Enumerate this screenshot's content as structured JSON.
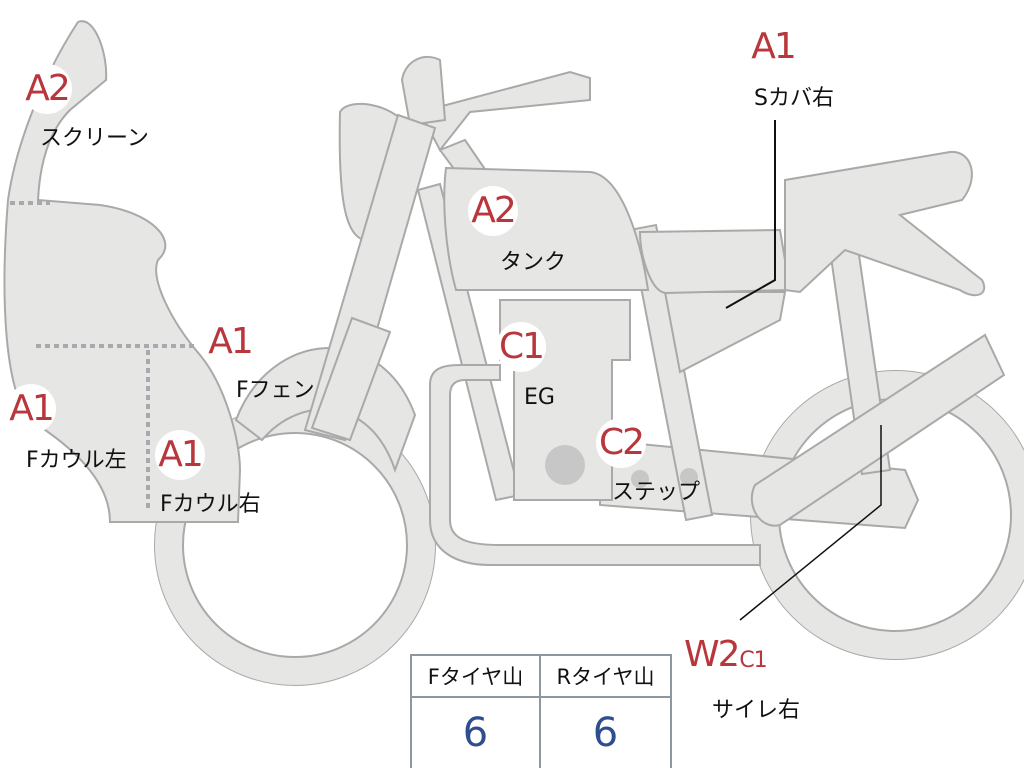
{
  "parts": [
    {
      "key": "screen",
      "grade": "A2",
      "label": "スクリーン"
    },
    {
      "key": "tank",
      "grade": "A2",
      "label": "タンク"
    },
    {
      "key": "scover_r",
      "grade": "A1",
      "label": "Sカバ右"
    },
    {
      "key": "ffender",
      "grade": "A1",
      "label": "Fフェン"
    },
    {
      "key": "fcowl_l",
      "grade": "A1",
      "label": "Fカウル左"
    },
    {
      "key": "fcowl_r",
      "grade": "A1",
      "label": "Fカウル右"
    },
    {
      "key": "engine",
      "grade": "C1",
      "label": "EG"
    },
    {
      "key": "step",
      "grade": "C2",
      "label": "ステップ"
    },
    {
      "key": "muffler_r",
      "grade": "W2",
      "grade2": "C1",
      "label": "サイレ右"
    }
  ],
  "tread": {
    "front_label": "Fタイヤ山",
    "rear_label": "Rタイヤ山",
    "front_value": "6",
    "rear_value": "6"
  },
  "colors": {
    "grade_text": "#b7373c",
    "tread_value": "#2f4e8f",
    "part_fill": "#e6e6e4",
    "part_outline": "#a9a9a9"
  }
}
